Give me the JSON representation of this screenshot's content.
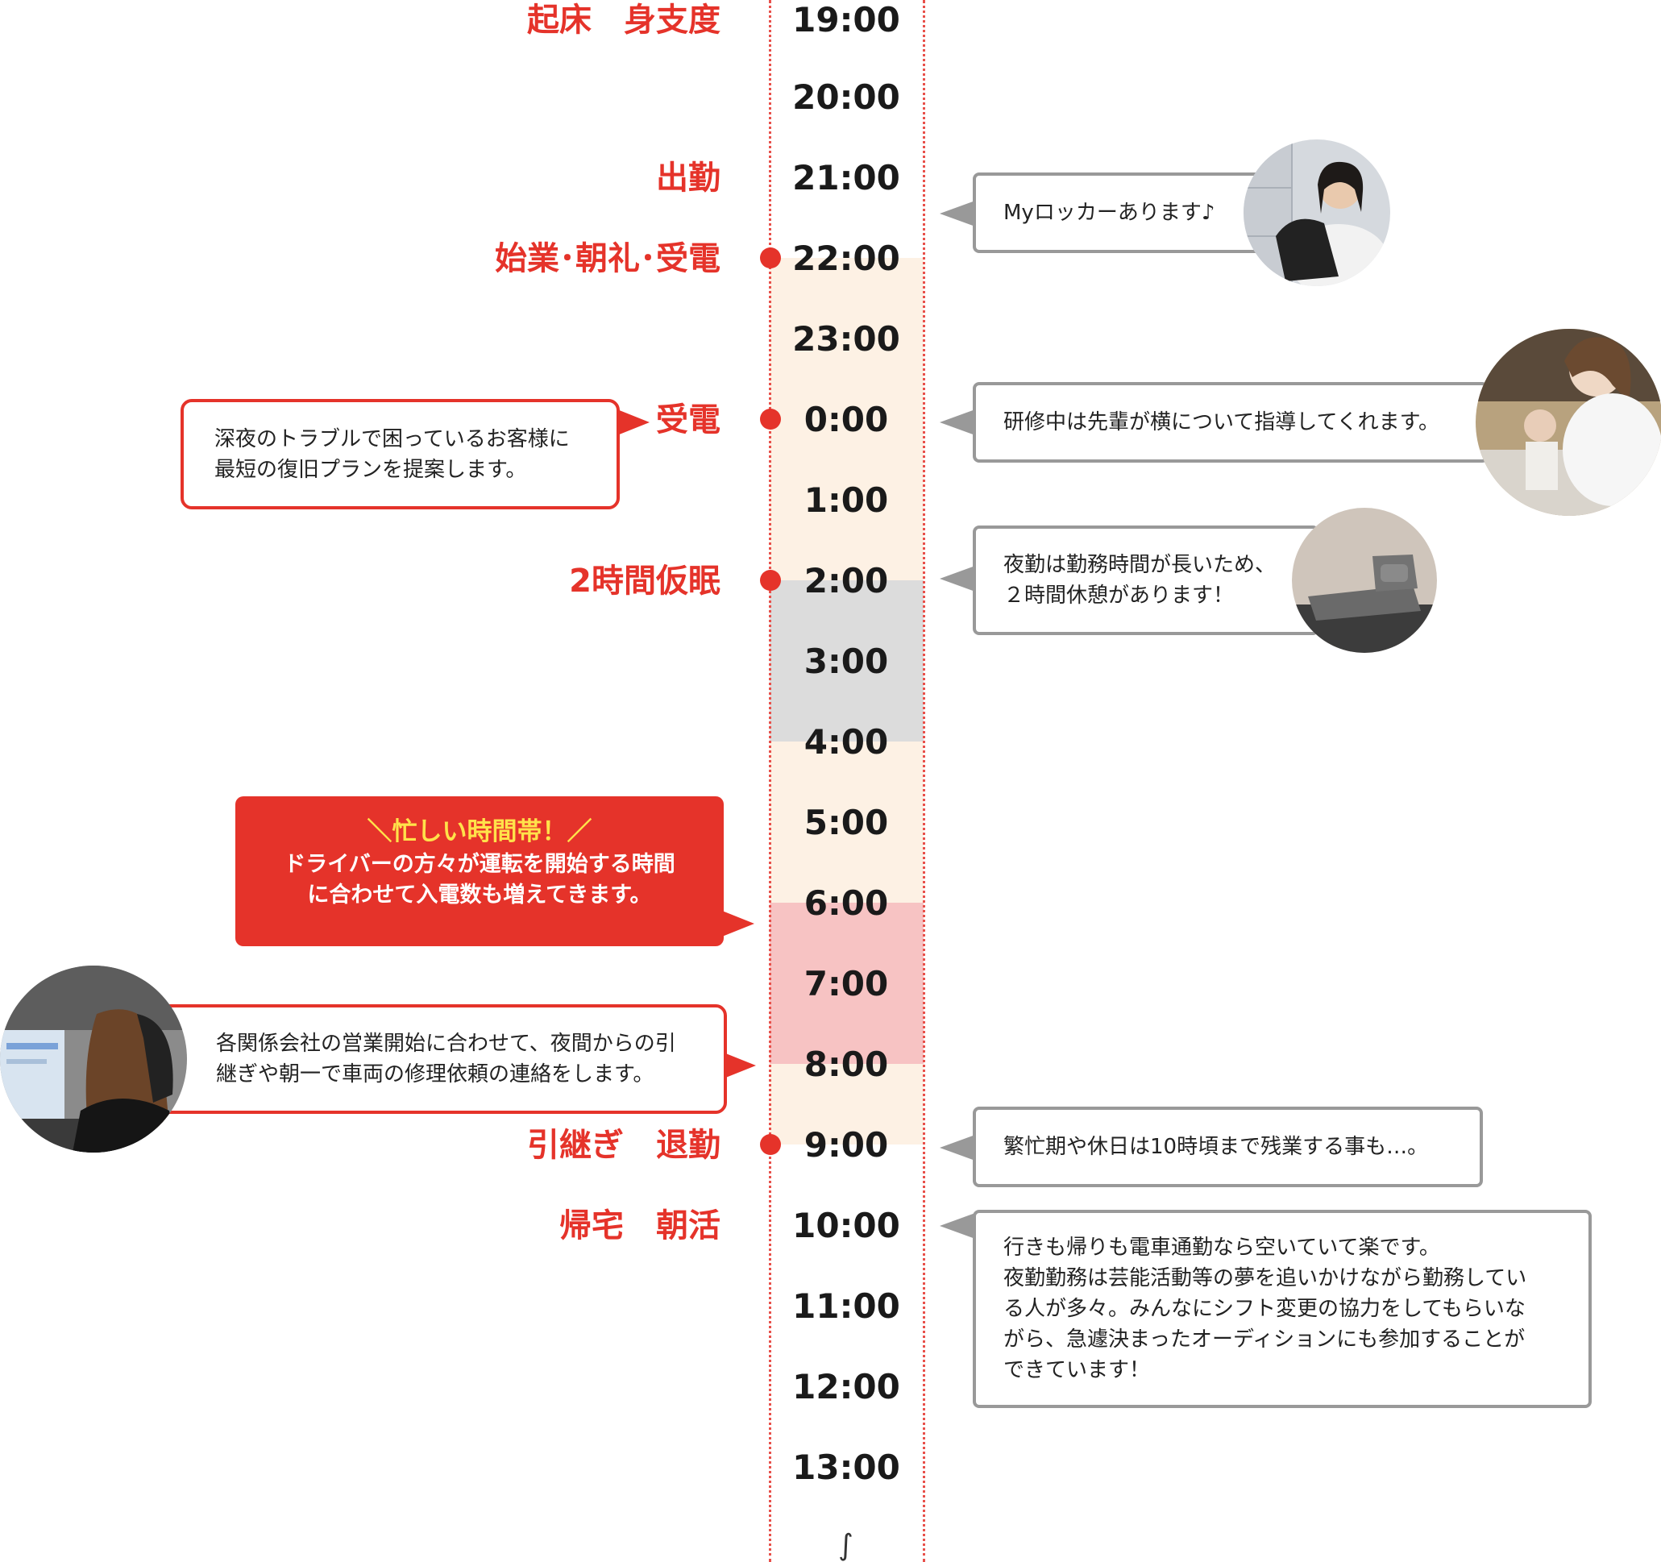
{
  "times": [
    "19:00",
    "20:00",
    "21:00",
    "22:00",
    "23:00",
    "0:00",
    "1:00",
    "2:00",
    "3:00",
    "4:00",
    "5:00",
    "6:00",
    "7:00",
    "8:00",
    "9:00",
    "10:00",
    "11:00",
    "12:00",
    "13:00"
  ],
  "activities": {
    "wake": "起床　身支度",
    "commute": "出勤",
    "start": "始業･朝礼･受電",
    "calls": "受電",
    "nap": "2時間仮眠",
    "handover": "引継ぎ　退勤",
    "home": "帰宅　朝活"
  },
  "notes": {
    "locker": "Myロッカーあります♪",
    "training": "研修中は先輩が横について指導してくれます。",
    "rest": [
      "夜勤は勤務時間が長いため、",
      "２時間休憩があります！"
    ],
    "overtime": "繁忙期や休日は10時頃まで残業する事も…。",
    "commute_note": [
      "行きも帰りも電車通勤なら空いていて楽です。",
      "夜勤勤務は芸能活動等の夢を追いかけながら勤務してい",
      "る人が多々。みんなにシフト変更の協力をしてもらいな",
      "がら、急遽決まったオーディションにも参加することが",
      "できています！"
    ],
    "night_trouble": [
      "深夜のトラブルで困っているお客様に",
      "最短の復旧プランを提案します。"
    ],
    "morning": [
      "各関係会社の営業開始に合わせて、夜間からの引",
      "継ぎや朝一で車両の修理依頼の連絡をします。"
    ]
  },
  "busy": {
    "heading": "＼忙しい時間帯！／",
    "lines": [
      "ドライバーの方々が運転を開始する時間",
      "に合わせて入電数も増えてきます。"
    ]
  },
  "continuation_mark": "∫",
  "colors": {
    "accent": "#e5332a",
    "work_band": "#fdf1e4",
    "nap_band": "#dcdcdc",
    "busy_band": "#f7c3c3",
    "note_border": "#999999",
    "busy_heading": "#ffe24a"
  }
}
